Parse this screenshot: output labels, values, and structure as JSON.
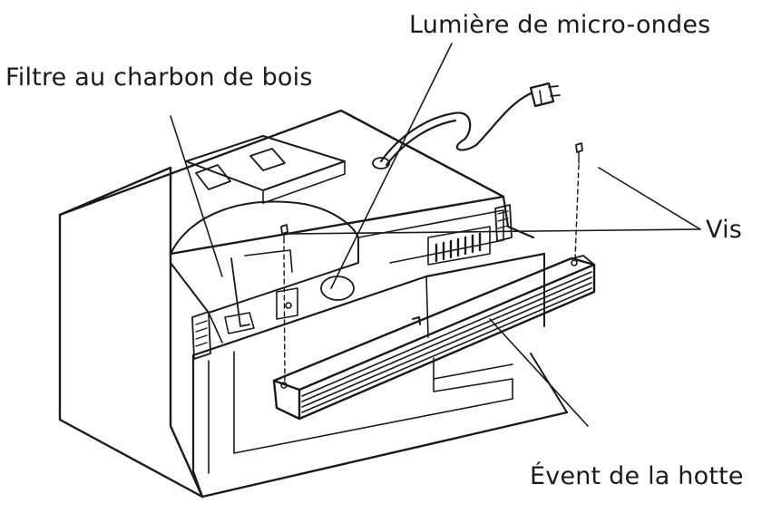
{
  "labels": {
    "lumiere": "Lumière de micro-ondes",
    "filtre": "Filtre au charbon de bois",
    "vis": "Vis",
    "event": "Évent de la hotte"
  },
  "colors": {
    "ink": "#1a1a1a",
    "background": "#ffffff"
  }
}
